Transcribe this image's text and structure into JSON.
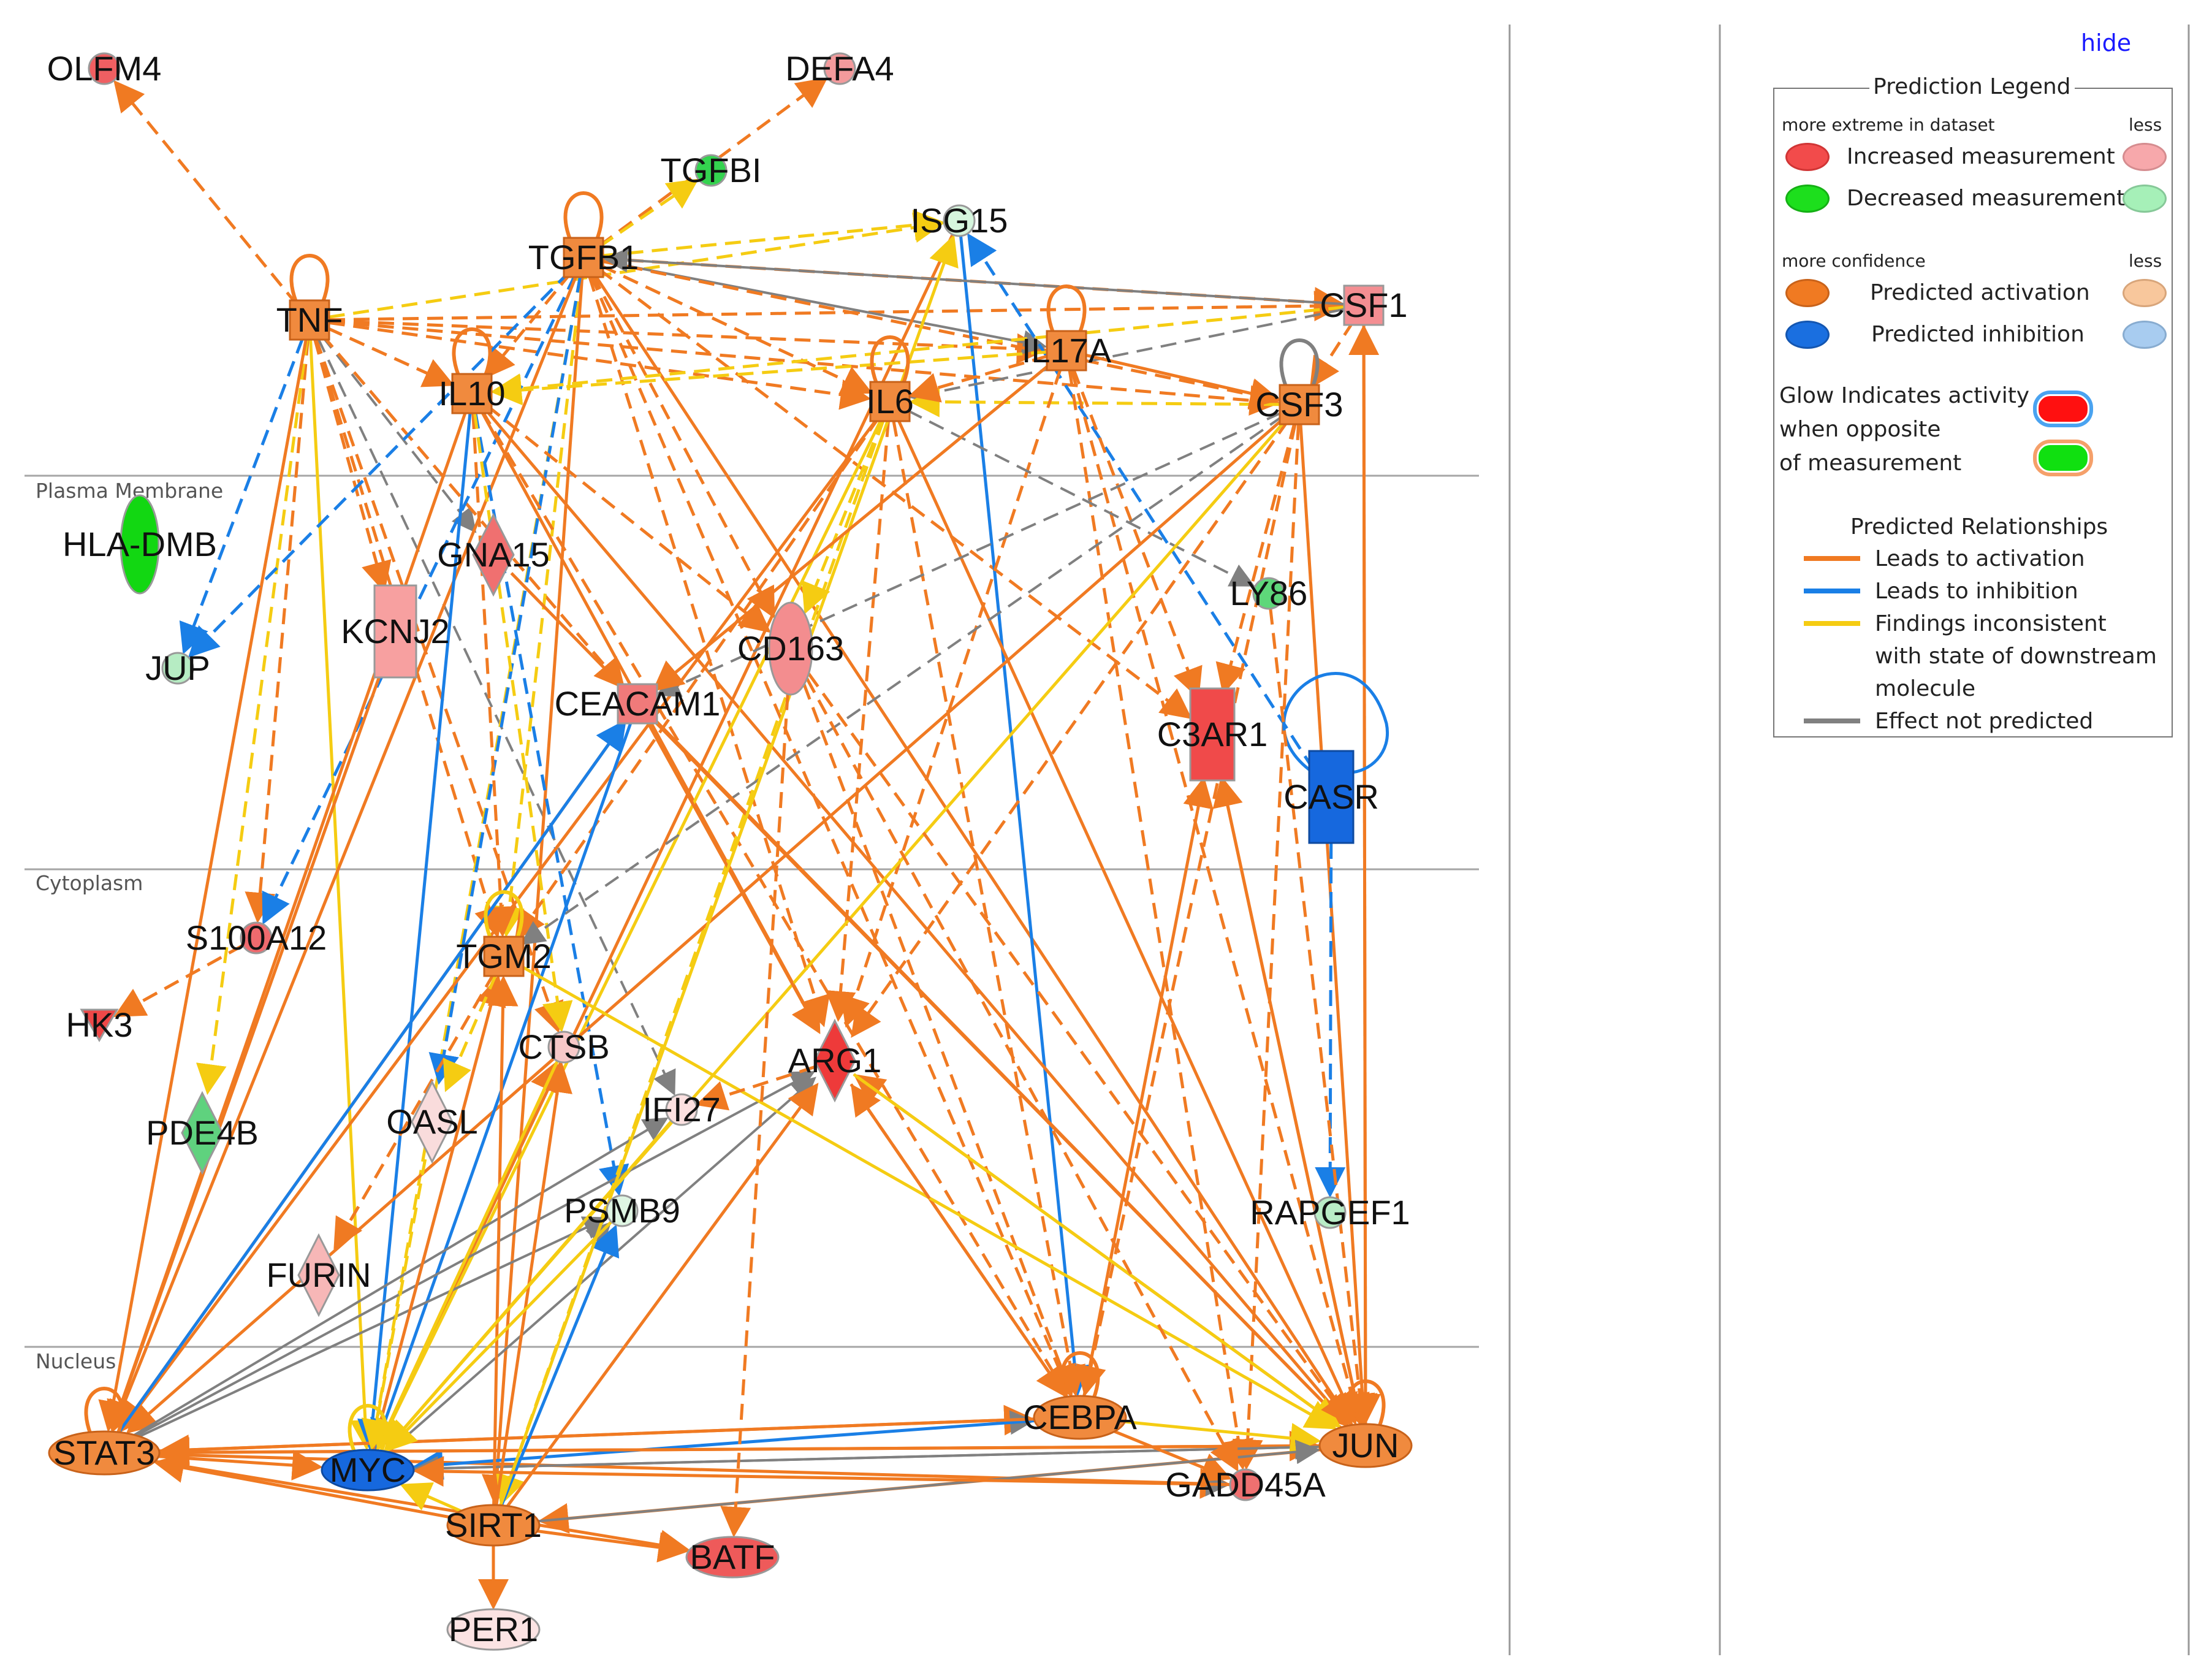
{
  "hide_link": "hide",
  "regions": [
    {
      "label": "Plasma Membrane"
    },
    {
      "label": "Cytoplasm"
    },
    {
      "label": "Nucleus"
    }
  ],
  "colors": {
    "increased": "#f24b4b",
    "increased_less": "#f7a8ab",
    "decreased": "#1ddf1d",
    "decreased_less": "#a6f0b8",
    "activation": "#f07a22",
    "activation_less": "#f8c79c",
    "inhibition": "#1a6fe0",
    "inhibition_less": "#a8ccf0",
    "edge_activation": "#f07a22",
    "edge_inhibition": "#1a7fe6",
    "edge_inconsistent": "#f5cc12",
    "edge_not_predicted": "#808080"
  },
  "nodes": [
    {
      "id": "OLFM4",
      "shape": "circle",
      "fill": "#ef5f62"
    },
    {
      "id": "DEFA4",
      "shape": "circle",
      "fill": "#f39a9c"
    },
    {
      "id": "TGFBI",
      "shape": "circle",
      "fill": "#34d34f"
    },
    {
      "id": "ISG15",
      "shape": "circle",
      "fill": "#d6f5dd"
    },
    {
      "id": "TGFB1",
      "shape": "square",
      "fill": "#f08a3e"
    },
    {
      "id": "CSF1",
      "shape": "square",
      "fill": "#f48e92"
    },
    {
      "id": "TNF",
      "shape": "square",
      "fill": "#f08a3e"
    },
    {
      "id": "IL17A",
      "shape": "square",
      "fill": "#f08a3e"
    },
    {
      "id": "IL10",
      "shape": "square",
      "fill": "#f08a3e"
    },
    {
      "id": "IL6",
      "shape": "square",
      "fill": "#f08a3e"
    },
    {
      "id": "CSF3",
      "shape": "square",
      "fill": "#f08a3e"
    },
    {
      "id": "HLA-DMB",
      "shape": "ellipse-v",
      "fill": "#12d712"
    },
    {
      "id": "GNA15",
      "shape": "diamond",
      "fill": "#f07070"
    },
    {
      "id": "LY86",
      "shape": "circle",
      "fill": "#5ed77a"
    },
    {
      "id": "KCNJ2",
      "shape": "rect-v",
      "fill": "#f7a0a0"
    },
    {
      "id": "CD163",
      "shape": "ellipse-v",
      "fill": "#f38d8f"
    },
    {
      "id": "JUP",
      "shape": "circle",
      "fill": "#b6ecc3"
    },
    {
      "id": "CEACAM1",
      "shape": "square",
      "fill": "#f07a7a"
    },
    {
      "id": "C3AR1",
      "shape": "rect-v",
      "fill": "#f04a4a"
    },
    {
      "id": "CASR",
      "shape": "rect-v",
      "fill": "#1668de"
    },
    {
      "id": "S100A12",
      "shape": "circle",
      "fill": "#ef6a6e"
    },
    {
      "id": "TGM2",
      "shape": "square",
      "fill": "#f08a3e"
    },
    {
      "id": "HK3",
      "shape": "triangle",
      "fill": "#ee4848"
    },
    {
      "id": "CTSB",
      "shape": "circle",
      "fill": "#f7c8c8"
    },
    {
      "id": "ARG1",
      "shape": "diamond",
      "fill": "#ee3a3a"
    },
    {
      "id": "IFI27",
      "shape": "circle",
      "fill": "#fbe0e0"
    },
    {
      "id": "OASL",
      "shape": "diamond",
      "fill": "#f9dcdc"
    },
    {
      "id": "PDE4B",
      "shape": "diamond",
      "fill": "#5fd27e"
    },
    {
      "id": "PSMB9",
      "shape": "circle",
      "fill": "#dff6e3"
    },
    {
      "id": "RAPGEF1",
      "shape": "circle",
      "fill": "#b9ecc6"
    },
    {
      "id": "FURIN",
      "shape": "diamond",
      "fill": "#f7b7b7"
    },
    {
      "id": "CEBPA",
      "shape": "ellipse",
      "fill": "#f08a3e"
    },
    {
      "id": "STAT3",
      "shape": "ellipse",
      "fill": "#f08a3e"
    },
    {
      "id": "JUN",
      "shape": "ellipse",
      "fill": "#f08a3e"
    },
    {
      "id": "MYC",
      "shape": "ellipse",
      "fill": "#1668de"
    },
    {
      "id": "GADD45A",
      "shape": "circle",
      "fill": "#ef7070"
    },
    {
      "id": "SIRT1",
      "shape": "ellipse",
      "fill": "#f08a3e"
    },
    {
      "id": "BATF",
      "shape": "ellipse",
      "fill": "#ee5a5a"
    },
    {
      "id": "PER1",
      "shape": "ellipse",
      "fill": "#fbe3e3"
    }
  ],
  "edges": [
    [
      "TNF",
      "OLFM4",
      "act",
      true
    ],
    [
      "TGFB1",
      "DEFA4",
      "act",
      true
    ],
    [
      "TGFB1",
      "TGFBI",
      "inc",
      true
    ],
    [
      "TGFB1",
      "ISG15",
      "inc",
      true
    ],
    [
      "TNF",
      "ISG15",
      "inc",
      true
    ],
    [
      "TNF",
      "CSF1",
      "act",
      true
    ],
    [
      "TNF",
      "IL17A",
      "act",
      true
    ],
    [
      "TNF",
      "IL6",
      "act",
      true
    ],
    [
      "TNF",
      "CSF3",
      "act",
      true
    ],
    [
      "TNF",
      "IL10",
      "act",
      true
    ],
    [
      "TNF",
      "JUP",
      "inh",
      true
    ],
    [
      "TNF",
      "KCNJ2",
      "act",
      true
    ],
    [
      "TNF",
      "GNA15",
      "np",
      true
    ],
    [
      "TNF",
      "S100A12",
      "act",
      true
    ],
    [
      "TNF",
      "PDE4B",
      "inc",
      true
    ],
    [
      "TNF",
      "STAT3",
      "act",
      false
    ],
    [
      "TNF",
      "CEACAM1",
      "act",
      true
    ],
    [
      "TNF",
      "TGM2",
      "act",
      true
    ],
    [
      "TNF",
      "MYC",
      "inc",
      false
    ],
    [
      "TNF",
      "CTSB",
      "act",
      true
    ],
    [
      "TNF",
      "IFI27",
      "np",
      true
    ],
    [
      "TGFB1",
      "CSF1",
      "act",
      true
    ],
    [
      "TGFB1",
      "IL17A",
      "np",
      false
    ],
    [
      "TGFB1",
      "IL6",
      "act",
      true
    ],
    [
      "TGFB1",
      "CSF3",
      "act",
      true
    ],
    [
      "TGFB1",
      "IL10",
      "act",
      true
    ],
    [
      "TGFB1",
      "CD163",
      "act",
      true
    ],
    [
      "TGFB1",
      "C3AR1",
      "act",
      true
    ],
    [
      "TGFB1",
      "S100A12",
      "inh",
      true
    ],
    [
      "TGFB1",
      "JUN",
      "act",
      false
    ],
    [
      "TGFB1",
      "CEBPA",
      "act",
      true
    ],
    [
      "TGFB1",
      "TGM2",
      "inc",
      true
    ],
    [
      "TGFB1",
      "SIRT1",
      "act",
      false
    ],
    [
      "TGFB1",
      "MYC",
      "inc",
      true
    ],
    [
      "TGFB1",
      "STAT3",
      "act",
      false
    ],
    [
      "TGFB1",
      "ARG1",
      "act",
      true
    ],
    [
      "TGFB1",
      "OASL",
      "inh",
      true
    ],
    [
      "TGFB1",
      "JUP",
      "inh",
      true
    ],
    [
      "ISG15",
      "MYC",
      "act",
      false
    ],
    [
      "ISG15",
      "CEBPA",
      "inh",
      false
    ],
    [
      "CASR",
      "ISG15",
      "inh",
      true
    ],
    [
      "CSF1",
      "IL10",
      "inc",
      true
    ],
    [
      "CSF1",
      "CSF3",
      "act",
      true
    ],
    [
      "CSF1",
      "IL6",
      "np",
      true
    ],
    [
      "CSF1",
      "JUN",
      "act",
      false
    ],
    [
      "JUN",
      "CSF1",
      "act",
      false
    ],
    [
      "CSF3",
      "IL6",
      "inc",
      true
    ],
    [
      "IL17A",
      "IL6",
      "act",
      true
    ],
    [
      "IL17A",
      "IL10",
      "inc",
      true
    ],
    [
      "IL17A",
      "CSF3",
      "act",
      false
    ],
    [
      "IL17A",
      "JUN",
      "act",
      true
    ],
    [
      "IL17A",
      "GADD45A",
      "act",
      true
    ],
    [
      "IL17A",
      "ARG1",
      "act",
      true
    ],
    [
      "IL17A",
      "C3AR1",
      "act",
      true
    ],
    [
      "CSF1",
      "TGFB1",
      "np",
      false
    ],
    [
      "IL10",
      "STAT3",
      "act",
      false
    ],
    [
      "IL10",
      "MYC",
      "inh",
      false
    ],
    [
      "IL10",
      "PSMB9",
      "inh",
      true
    ],
    [
      "IL10",
      "TGM2",
      "act",
      true
    ],
    [
      "IL10",
      "ARG1",
      "act",
      false
    ],
    [
      "IL10",
      "CD163",
      "act",
      true
    ],
    [
      "IL10",
      "JUN",
      "act",
      false
    ],
    [
      "IL10",
      "CEBPA",
      "act",
      true
    ],
    [
      "IL10",
      "CTSB",
      "inc",
      true
    ],
    [
      "IL6",
      "STAT3",
      "act",
      false
    ],
    [
      "IL6",
      "ARG1",
      "act",
      true
    ],
    [
      "IL6",
      "CEBPA",
      "act",
      true
    ],
    [
      "IL6",
      "MYC",
      "inc",
      false
    ],
    [
      "IL6",
      "SIRT1",
      "inc",
      true
    ],
    [
      "IL6",
      "JUN",
      "act",
      false
    ],
    [
      "IL6",
      "LY86",
      "np",
      true
    ],
    [
      "IL6",
      "CD163",
      "inc",
      true
    ],
    [
      "IL6",
      "TGM2",
      "act",
      true
    ],
    [
      "CSF3",
      "CEACAM1",
      "np",
      true
    ],
    [
      "CSF3",
      "STAT3",
      "act",
      false
    ],
    [
      "CSF3",
      "CEBPA",
      "act",
      true
    ],
    [
      "CSF3",
      "C3AR1",
      "act",
      true
    ],
    [
      "CSF3",
      "JUN",
      "act",
      false
    ],
    [
      "CSF3",
      "ARG1",
      "act",
      true
    ],
    [
      "CSF3",
      "TGM2",
      "np",
      true
    ],
    [
      "CSF3",
      "MYC",
      "inc",
      false
    ],
    [
      "CSF3",
      "GADD45A",
      "act",
      true
    ],
    [
      "CEACAM1",
      "MYC",
      "inh",
      false
    ],
    [
      "CEACAM1",
      "STAT3",
      "act",
      false
    ],
    [
      "CEACAM1",
      "ARG1",
      "act",
      false
    ],
    [
      "CEACAM1",
      "JUN",
      "act",
      false
    ],
    [
      "GNA15",
      "JUN",
      "act",
      false
    ],
    [
      "CD163",
      "CEBPA",
      "act",
      true
    ],
    [
      "KCNJ2",
      "STAT3",
      "act",
      false
    ],
    [
      "S100A12",
      "HK3",
      "act",
      true
    ],
    [
      "CASR",
      "RAPGEF1",
      "inh",
      true
    ],
    [
      "CASR",
      "CASR",
      "inh",
      false
    ],
    [
      "STAT3",
      "ARG1",
      "np",
      false
    ],
    [
      "STAT3",
      "CEBPA",
      "act",
      false
    ],
    [
      "STAT3",
      "PSMB9",
      "np",
      false
    ],
    [
      "STAT3",
      "MYC",
      "act",
      false
    ],
    [
      "STAT3",
      "IFI27",
      "np",
      false
    ],
    [
      "STAT3",
      "CEACAM1",
      "inh",
      false
    ],
    [
      "STAT3",
      "GADD45A",
      "act",
      false
    ],
    [
      "STAT3",
      "JUN",
      "act",
      false
    ],
    [
      "STAT3",
      "BATF",
      "act",
      false
    ],
    [
      "MYC",
      "CEBPA",
      "np",
      false
    ],
    [
      "CEBPA",
      "MYC",
      "inh",
      false
    ],
    [
      "MYC",
      "ARG1",
      "np",
      false
    ],
    [
      "MYC",
      "CTSB",
      "act",
      false
    ],
    [
      "MYC",
      "PSMB9",
      "np",
      false
    ],
    [
      "MYC",
      "GADD45A",
      "np",
      false
    ],
    [
      "MYC",
      "TGM2",
      "act",
      false
    ],
    [
      "MYC",
      "JUN",
      "np",
      false
    ],
    [
      "JUN",
      "STAT3",
      "act",
      false
    ],
    [
      "JUN",
      "MYC",
      "np",
      false
    ],
    [
      "JUN",
      "C3AR1",
      "act",
      false
    ],
    [
      "JUN",
      "ARG1",
      "act",
      false
    ],
    [
      "JUN",
      "SIRT1",
      "act",
      false
    ],
    [
      "CEBPA",
      "C3AR1",
      "act",
      false
    ],
    [
      "CEBPA",
      "ARG1",
      "act",
      false
    ],
    [
      "CEBPA",
      "GADD45A",
      "act",
      false
    ],
    [
      "CEBPA",
      "JUN",
      "inc",
      false
    ],
    [
      "CEBPA",
      "STAT3",
      "act",
      false
    ],
    [
      "SIRT1",
      "MYC",
      "inc",
      false
    ],
    [
      "SIRT1",
      "BATF",
      "act",
      false
    ],
    [
      "SIRT1",
      "PER1",
      "act",
      false
    ],
    [
      "SIRT1",
      "STAT3",
      "act",
      false
    ],
    [
      "SIRT1",
      "JUN",
      "np",
      false
    ],
    [
      "SIRT1",
      "TGM2",
      "act",
      false
    ],
    [
      "SIRT1",
      "PSMB9",
      "inh",
      false
    ],
    [
      "SIRT1",
      "ARG1",
      "act",
      false
    ],
    [
      "SIRT1",
      "ISG15",
      "inc",
      false
    ],
    [
      "SIRT1",
      "CTSB",
      "act",
      false
    ],
    [
      "GADD45A",
      "MYC",
      "act",
      false
    ],
    [
      "TGM2",
      "FURIN",
      "act",
      true
    ],
    [
      "TGM2",
      "JUN",
      "inc",
      false
    ],
    [
      "TGM2",
      "OASL",
      "inc",
      true
    ],
    [
      "ARG1",
      "JUN",
      "inc",
      false
    ],
    [
      "ARG1",
      "IFI27",
      "act",
      true
    ],
    [
      "ARG1",
      "CEBPA",
      "act",
      true
    ],
    [
      "C3AR1",
      "JUN",
      "act",
      false
    ],
    [
      "CD163",
      "BATF",
      "act",
      true
    ],
    [
      "CD163",
      "JUN",
      "act",
      true
    ],
    [
      "CD163",
      "GADD45A",
      "act",
      true
    ],
    [
      "LY86",
      "JUN",
      "act",
      true
    ],
    [
      "PSMB9",
      "MYC",
      "inc",
      false
    ],
    [
      "IFI27",
      "MYC",
      "inc",
      false
    ],
    [
      "OASL",
      "MYC",
      "inc",
      true
    ],
    [
      "CTSB",
      "MYC",
      "inc",
      false
    ],
    [
      "IL17A",
      "CEACAM1",
      "act",
      false
    ],
    [
      "TNF",
      "TNF",
      "act",
      false
    ],
    [
      "TGFB1",
      "TGFB1",
      "act",
      false
    ],
    [
      "IL10",
      "IL10",
      "act",
      false
    ],
    [
      "IL6",
      "IL6",
      "act",
      false
    ],
    [
      "IL17A",
      "IL17A",
      "act",
      false
    ],
    [
      "CSF3",
      "CSF3",
      "np",
      false
    ],
    [
      "STAT3",
      "STAT3",
      "act",
      false
    ],
    [
      "JUN",
      "JUN",
      "act",
      false
    ],
    [
      "CEBPA",
      "CEBPA",
      "act",
      false
    ],
    [
      "MYC",
      "MYC",
      "inc",
      false
    ],
    [
      "TGM2",
      "TGM2",
      "inc",
      false
    ]
  ],
  "legend": {
    "title": "Prediction Legend",
    "measurement_left": "more extreme in dataset",
    "measurement_right": "less",
    "increased": "Increased measurement",
    "decreased": "Decreased measurement",
    "confidence_left": "more confidence",
    "confidence_right": "less",
    "activation": "Predicted activation",
    "inhibition": "Predicted inhibition",
    "glow_1": "Glow Indicates activity",
    "glow_2": "when opposite",
    "glow_3": "of measurement",
    "relationships_title": "Predicted Relationships",
    "rel_activation": "Leads to activation",
    "rel_inhibition": "Leads to inhibition",
    "rel_inconsistent_1": "Findings inconsistent",
    "rel_inconsistent_2": "with state of downstream",
    "rel_inconsistent_3": "molecule",
    "rel_not_predicted": "Effect not predicted"
  }
}
